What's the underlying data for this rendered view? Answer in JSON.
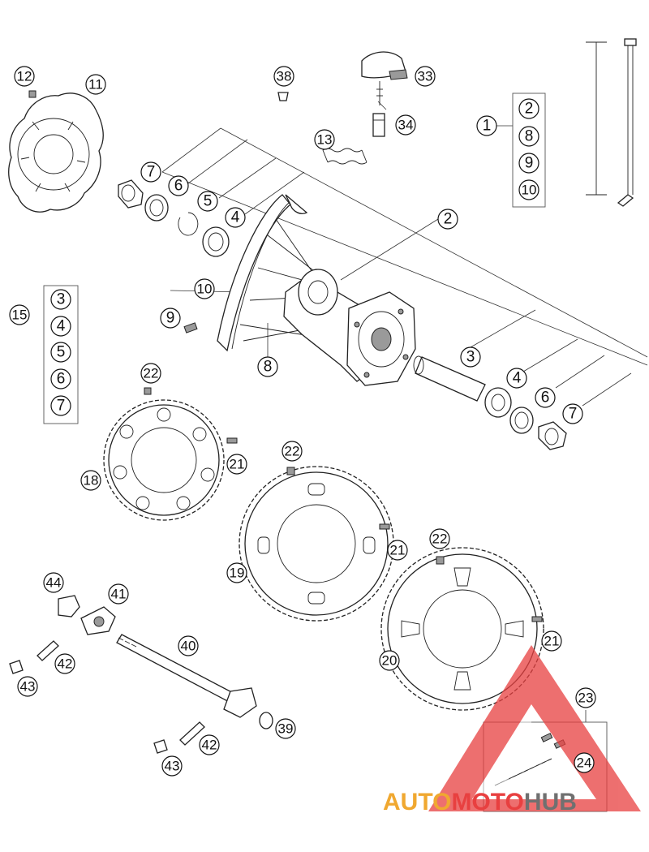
{
  "callouts": {
    "c1": "1",
    "c2": "2",
    "c3": "3",
    "c4": "4",
    "c5": "5",
    "c6": "6",
    "c7": "7",
    "c8": "8",
    "c9": "9",
    "c10": "10",
    "c11": "11",
    "c12": "12",
    "c13": "13",
    "c15": "15",
    "c18": "18",
    "c19": "19",
    "c20": "20",
    "c21": "21",
    "c22": "22",
    "c23": "23",
    "c24": "24",
    "c33": "33",
    "c34": "34",
    "c38": "38",
    "c39": "39",
    "c40": "40",
    "c41": "41",
    "c42": "42",
    "c43": "43",
    "c44": "44"
  },
  "group_1": {
    "label": "1",
    "items": [
      "2",
      "8",
      "9",
      "10"
    ]
  },
  "group_15": {
    "label": "15",
    "items": [
      "3",
      "4",
      "5",
      "6",
      "7"
    ]
  },
  "watermark": {
    "part1": "AUTO",
    "part2": "MOTO",
    "part3": "HUB",
    "color1": "#f0a830",
    "color2": "#e84040",
    "color3": "#707070"
  }
}
